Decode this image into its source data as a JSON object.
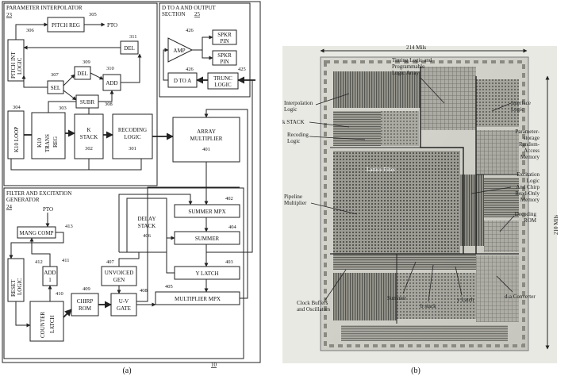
{
  "block_diagram": {
    "sections": {
      "parameter_interpolator": {
        "title": "PARAMETER INTERPOLATOR",
        "ref": "23"
      },
      "d_to_a_output": {
        "title_line1": "D TO A AND OUTPUT",
        "title_line2": "SECTION",
        "ref": "25"
      },
      "filter_excitation": {
        "title_line1": "FILTER AND EXCITATION",
        "title_line2": "GENERATOR",
        "ref": "24"
      }
    },
    "blocks": {
      "pitch_reg": {
        "label": "PITCH REG",
        "ref": "305"
      },
      "pitch_int_logic": {
        "line1": "PITCH INT",
        "line2": "LOGIC",
        "ref": "306"
      },
      "del_311": {
        "label": "DEL",
        "ref": "311"
      },
      "del_309": {
        "label": "DEL",
        "ref": "309"
      },
      "add_310": {
        "label": "ADD",
        "ref": "310"
      },
      "sel": {
        "label": "SEL",
        "ref": "307"
      },
      "subr": {
        "label": "SUBR",
        "ref": "308"
      },
      "k10_loop": {
        "label": "K10 LOOP",
        "ref": "304"
      },
      "k10_trans_reg": {
        "line1": "K10",
        "line2": "TRANS",
        "line3": "REG",
        "ref": "303"
      },
      "k_stack": {
        "line1": "K",
        "line2": "STACK",
        "ref": "302"
      },
      "recoding_logic": {
        "line1": "RECODING",
        "line2": "LOGIC",
        "ref": "301"
      },
      "amp": {
        "label": "AMP",
        "ref": "426"
      },
      "spkr_pin_1": {
        "line1": "SPKR",
        "line2": "PIN"
      },
      "spkr_pin_2": {
        "line1": "SPKR",
        "line2": "PIN"
      },
      "d_to_a": {
        "label": "D TO A",
        "ref": "426"
      },
      "trunc_logic": {
        "line1": "TRUNC",
        "line2": "LOGIC",
        "ref": "425"
      },
      "array_multiplier": {
        "line1": "ARRAY",
        "line2": "MULTIPLIER",
        "ref": "401"
      },
      "summer_mpx": {
        "label": "SUMMER MPX",
        "ref": "402"
      },
      "summer": {
        "label": "SUMMER",
        "ref": "404"
      },
      "delay_stack": {
        "line1": "DELAY",
        "line2": "STACK",
        "ref": "406"
      },
      "y_latch": {
        "label": "Y LATCH",
        "ref": "403"
      },
      "multiplier_mpx": {
        "label": "MULTIPLIER MPX",
        "ref": "405"
      },
      "unvoiced_gen": {
        "line1": "UNVOICED",
        "line2": "GEN",
        "ref": "407"
      },
      "uv_gate": {
        "line1": "U-V",
        "line2": "GATE",
        "ref": "408"
      },
      "chirp_rom": {
        "line1": "CHIRP",
        "line2": "ROM",
        "ref": "409"
      },
      "mang_comp": {
        "label": "MANG COMP",
        "ref": "413"
      },
      "reset_logic": {
        "line1": "RESET",
        "line2": "LOGIC",
        "ref": "412"
      },
      "add_411": {
        "line1": "ADD",
        "line2": "1",
        "ref": "411"
      },
      "counter_latch": {
        "line1": "COUNTER",
        "line2": "LATCH",
        "ref": "410"
      }
    },
    "pto_top": "PTO",
    "pto_filter": "PTO",
    "figure_ref": "10"
  },
  "die_photo": {
    "width_dim": "214 Mils",
    "height_dim": "210 Mils",
    "labels": {
      "timing": "Timing Logic and Programmable Logic Array",
      "interpolation": "Interpolation Logic",
      "interface": "Interface Logic",
      "k_stack": "k STACK",
      "recoding": "Recoding Logic",
      "parameter_storage": "Parameter-storage Random-Access Memory",
      "lattice": "Lattice Filter",
      "excitation": "Excitation Logic And Chirp Read-Only Memory",
      "pipeline": "Pipeline Multiplier",
      "decoding": "Decoding ROM",
      "clock": "Clock Buffers and Oscillators",
      "summer": "Summer",
      "b_stack": "b stack",
      "y_latch": "y Latch",
      "d_a": "d-a Converter"
    }
  },
  "captions": {
    "a": "(a)",
    "b": "(b)"
  }
}
